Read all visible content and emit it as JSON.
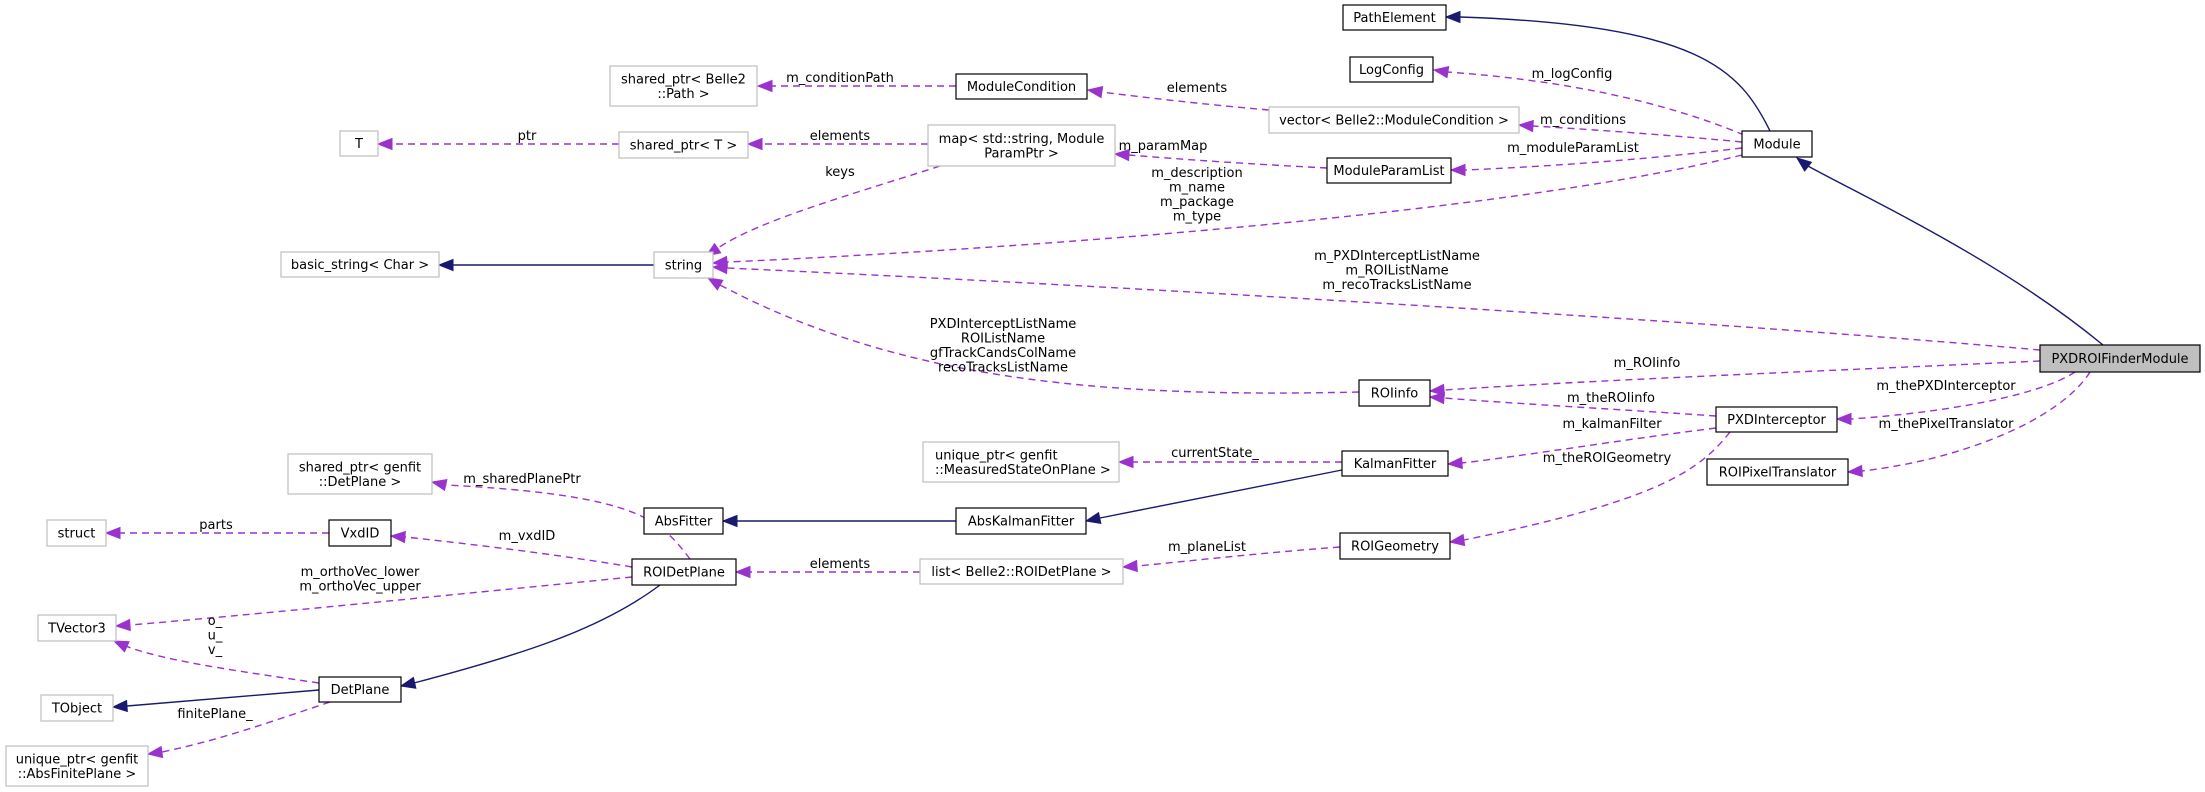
{
  "diagram": {
    "title": "Collaboration diagram for PXDROIFinderModule",
    "colors": {
      "usage_edge": "#9a32cd",
      "inheritance_edge": "#191970",
      "focus_fill": "#bfbfbf",
      "documented_border": "#000000",
      "external_border": "#bfbfbf"
    },
    "nodes": [
      {
        "id": "PathElement",
        "lines": [
          "PathElement"
        ],
        "kind": "documented"
      },
      {
        "id": "LogConfig",
        "lines": [
          "LogConfig"
        ],
        "kind": "documented"
      },
      {
        "id": "sharedPtrPath",
        "lines": [
          "shared_ptr< Belle2",
          "::Path >"
        ],
        "kind": "external"
      },
      {
        "id": "ModuleCondition",
        "lines": [
          "ModuleCondition"
        ],
        "kind": "documented"
      },
      {
        "id": "vectorModuleCondition",
        "lines": [
          "vector< Belle2::ModuleCondition >"
        ],
        "kind": "external"
      },
      {
        "id": "T",
        "lines": [
          "T"
        ],
        "kind": "external"
      },
      {
        "id": "sharedPtrT",
        "lines": [
          "shared_ptr< T >"
        ],
        "kind": "external"
      },
      {
        "id": "mapModuleParamPtr",
        "lines": [
          "map< std::string, Module",
          "ParamPtr >"
        ],
        "kind": "external"
      },
      {
        "id": "Module",
        "lines": [
          "Module"
        ],
        "kind": "documented"
      },
      {
        "id": "ModuleParamList",
        "lines": [
          "ModuleParamList"
        ],
        "kind": "documented"
      },
      {
        "id": "basicString",
        "lines": [
          "basic_string< Char >"
        ],
        "kind": "external"
      },
      {
        "id": "string",
        "lines": [
          "string"
        ],
        "kind": "external"
      },
      {
        "id": "PXDROIFinderModule",
        "lines": [
          "PXDROIFinderModule"
        ],
        "kind": "focus"
      },
      {
        "id": "ROIinfo",
        "lines": [
          "ROIinfo"
        ],
        "kind": "documented"
      },
      {
        "id": "PXDInterceptor",
        "lines": [
          "PXDInterceptor"
        ],
        "kind": "documented"
      },
      {
        "id": "uniquePtrMSOP",
        "lines": [
          "unique_ptr< genfit",
          "::MeasuredStateOnPlane >"
        ],
        "kind": "external",
        "align": "left"
      },
      {
        "id": "KalmanFitter",
        "lines": [
          "KalmanFitter"
        ],
        "kind": "documented"
      },
      {
        "id": "ROIPixelTranslator",
        "lines": [
          "ROIPixelTranslator"
        ],
        "kind": "documented"
      },
      {
        "id": "sharedPtrDetPlane",
        "lines": [
          "shared_ptr< genfit",
          "::DetPlane >"
        ],
        "kind": "external"
      },
      {
        "id": "struct",
        "lines": [
          "struct"
        ],
        "kind": "external"
      },
      {
        "id": "VxdID",
        "lines": [
          "VxdID"
        ],
        "kind": "documented"
      },
      {
        "id": "AbsFitter",
        "lines": [
          "AbsFitter"
        ],
        "kind": "documented"
      },
      {
        "id": "AbsKalmanFitter",
        "lines": [
          "AbsKalmanFitter"
        ],
        "kind": "documented"
      },
      {
        "id": "ROIGeometry",
        "lines": [
          "ROIGeometry"
        ],
        "kind": "documented"
      },
      {
        "id": "ROIDetPlane",
        "lines": [
          "ROIDetPlane"
        ],
        "kind": "documented"
      },
      {
        "id": "listROIDetPlane",
        "lines": [
          "list< Belle2::ROIDetPlane >"
        ],
        "kind": "external"
      },
      {
        "id": "TVector3",
        "lines": [
          "TVector3"
        ],
        "kind": "external"
      },
      {
        "id": "DetPlane",
        "lines": [
          "DetPlane"
        ],
        "kind": "documented"
      },
      {
        "id": "TObject",
        "lines": [
          "TObject"
        ],
        "kind": "external"
      },
      {
        "id": "uniquePtrAbsFinitePlane",
        "lines": [
          "unique_ptr< genfit",
          "::AbsFinitePlane >"
        ],
        "kind": "external"
      }
    ],
    "edges": [
      {
        "id": "e-module-pathelement",
        "from": "Module",
        "to": "PathElement",
        "type": "inheritance",
        "label": []
      },
      {
        "id": "e-module-logconfig",
        "from": "Module",
        "to": "LogConfig",
        "type": "usage",
        "label": [
          "m_logConfig"
        ]
      },
      {
        "id": "e-modcond-path",
        "from": "ModuleCondition",
        "to": "sharedPtrPath",
        "type": "usage",
        "label": [
          "m_conditionPath"
        ]
      },
      {
        "id": "e-vector-modcond",
        "from": "vectorModuleCondition",
        "to": "ModuleCondition",
        "type": "usage",
        "label": [
          "elements"
        ]
      },
      {
        "id": "e-module-vector",
        "from": "Module",
        "to": "vectorModuleCondition",
        "type": "usage",
        "label": [
          "m_conditions"
        ]
      },
      {
        "id": "e-sharedptrt-t",
        "from": "sharedPtrT",
        "to": "T",
        "type": "usage",
        "label": [
          "ptr"
        ]
      },
      {
        "id": "e-map-sharedptrt",
        "from": "mapModuleParamPtr",
        "to": "sharedPtrT",
        "type": "usage",
        "label": [
          "elements"
        ]
      },
      {
        "id": "e-paramlist-map",
        "from": "ModuleParamList",
        "to": "mapModuleParamPtr",
        "type": "usage",
        "label": [
          "m_paramMap"
        ]
      },
      {
        "id": "e-module-paramlist",
        "from": "Module",
        "to": "ModuleParamList",
        "type": "usage",
        "label": [
          "m_moduleParamList"
        ]
      },
      {
        "id": "e-map-string",
        "from": "mapModuleParamPtr",
        "to": "string",
        "type": "usage",
        "label": [
          "keys"
        ]
      },
      {
        "id": "e-module-string",
        "from": "Module",
        "to": "string",
        "type": "usage",
        "label": [
          "m_description",
          "m_name",
          "m_package",
          "m_type"
        ]
      },
      {
        "id": "e-string-basicstring",
        "from": "string",
        "to": "basicString",
        "type": "inheritance",
        "label": []
      },
      {
        "id": "e-finder-module",
        "from": "PXDROIFinderModule",
        "to": "Module",
        "type": "inheritance",
        "label": []
      },
      {
        "id": "e-finder-string",
        "from": "PXDROIFinderModule",
        "to": "string",
        "type": "usage",
        "label": [
          "m_PXDInterceptListName",
          "m_ROIListName",
          "m_recoTracksListName"
        ]
      },
      {
        "id": "e-roiinfo-string",
        "from": "ROIinfo",
        "to": "string",
        "type": "usage",
        "label": [
          "PXDInterceptListName",
          "ROIListName",
          "gfTrackCandsColName",
          "recoTracksListName"
        ]
      },
      {
        "id": "e-finder-roiinfo",
        "from": "PXDROIFinderModule",
        "to": "ROIinfo",
        "type": "usage",
        "label": [
          "m_ROIinfo"
        ]
      },
      {
        "id": "e-interceptor-roiinfo",
        "from": "PXDInterceptor",
        "to": "ROIinfo",
        "type": "usage",
        "label": [
          "m_theROIinfo"
        ]
      },
      {
        "id": "e-finder-interceptor",
        "from": "PXDROIFinderModule",
        "to": "PXDInterceptor",
        "type": "usage",
        "label": [
          "m_thePXDInterceptor"
        ]
      },
      {
        "id": "e-interceptor-kalman",
        "from": "PXDInterceptor",
        "to": "KalmanFitter",
        "type": "usage",
        "label": [
          "m_kalmanFilter"
        ]
      },
      {
        "id": "e-finder-pixeltranslator",
        "from": "PXDROIFinderModule",
        "to": "ROIPixelTranslator",
        "type": "usage",
        "label": [
          "m_thePixelTranslator"
        ]
      },
      {
        "id": "e-kalman-msop",
        "from": "KalmanFitter",
        "to": "uniquePtrMSOP",
        "type": "usage",
        "label": [
          "currentState_"
        ]
      },
      {
        "id": "e-kalman-abskalman",
        "from": "KalmanFitter",
        "to": "AbsKalmanFitter",
        "type": "inheritance",
        "label": []
      },
      {
        "id": "e-abskalman-absfitter",
        "from": "AbsKalmanFitter",
        "to": "AbsFitter",
        "type": "inheritance",
        "label": []
      },
      {
        "id": "e-interceptor-geometry",
        "from": "PXDInterceptor",
        "to": "ROIGeometry",
        "type": "usage",
        "label": [
          "m_theROIGeometry"
        ]
      },
      {
        "id": "e-geometry-list",
        "from": "ROIGeometry",
        "to": "listROIDetPlane",
        "type": "usage",
        "label": [
          "m_planeList"
        ]
      },
      {
        "id": "e-list-roidetplane",
        "from": "listROIDetPlane",
        "to": "ROIDetPlane",
        "type": "usage",
        "label": [
          "elements"
        ]
      },
      {
        "id": "e-roidetplane-sharedplane",
        "from": "ROIDetPlane",
        "to": "sharedPtrDetPlane",
        "type": "usage",
        "label": [
          "m_sharedPlanePtr"
        ]
      },
      {
        "id": "e-roidetplane-vxdid",
        "from": "ROIDetPlane",
        "to": "VxdID",
        "type": "usage",
        "label": [
          "m_vxdID"
        ]
      },
      {
        "id": "e-vxdid-struct",
        "from": "VxdID",
        "to": "struct",
        "type": "usage",
        "label": [
          "parts"
        ]
      },
      {
        "id": "e-roidetplane-tvector3",
        "from": "ROIDetPlane",
        "to": "TVector3",
        "type": "usage",
        "label": [
          "m_orthoVec_lower",
          "m_orthoVec_upper"
        ]
      },
      {
        "id": "e-roidetplane-detplane",
        "from": "ROIDetPlane",
        "to": "DetPlane",
        "type": "inheritance",
        "label": []
      },
      {
        "id": "e-detplane-tvector3",
        "from": "DetPlane",
        "to": "TVector3",
        "type": "usage",
        "label": [
          "o_",
          "u_",
          "v_"
        ]
      },
      {
        "id": "e-detplane-tobject",
        "from": "DetPlane",
        "to": "TObject",
        "type": "inheritance",
        "label": []
      },
      {
        "id": "e-detplane-finiteplane",
        "from": "DetPlane",
        "to": "uniquePtrAbsFinitePlane",
        "type": "usage",
        "label": [
          "finitePlane_"
        ]
      }
    ]
  }
}
